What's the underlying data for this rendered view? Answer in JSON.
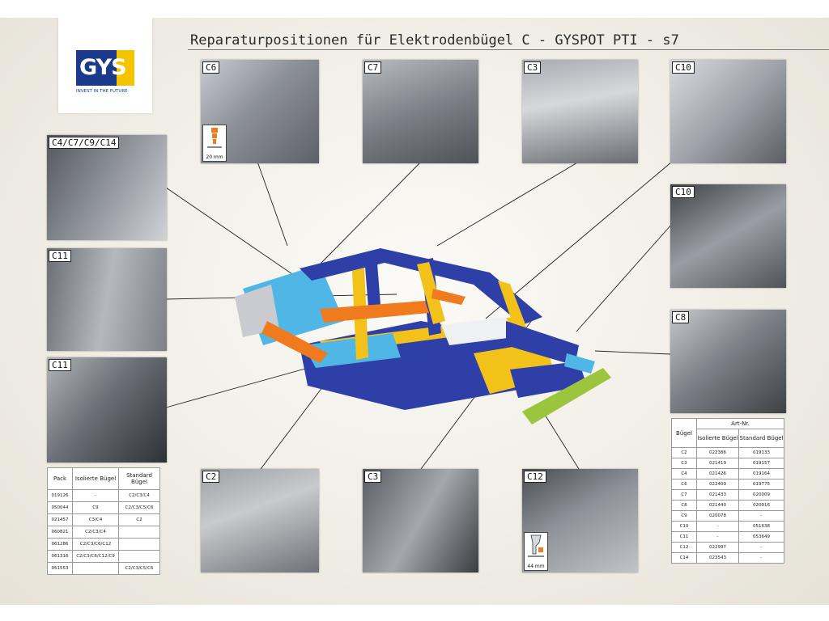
{
  "header": {
    "title": "Reparaturpositionen für Elektrodenbügel C - GYSPOT PTI - s7"
  },
  "logo": {
    "brand": "GYS",
    "tagline": "INVEST IN THE FUTURE"
  },
  "photos": [
    {
      "id": "c6",
      "label": "C6"
    },
    {
      "id": "c7-top",
      "label": "C7"
    },
    {
      "id": "c3-top",
      "label": "C3"
    },
    {
      "id": "c10-top",
      "label": "C10"
    },
    {
      "id": "c4-c7-c9-c14",
      "label": "C4/C7/C9/C14"
    },
    {
      "id": "c10-mid",
      "label": "C10"
    },
    {
      "id": "c11-upper",
      "label": "C11"
    },
    {
      "id": "c8",
      "label": "C8"
    },
    {
      "id": "c11-lower",
      "label": "C11"
    },
    {
      "id": "c2",
      "label": "C2"
    },
    {
      "id": "c3-bottom",
      "label": "C3"
    },
    {
      "id": "c12",
      "label": "C12"
    }
  ],
  "insets": {
    "c6_dimension": "20 mm",
    "c12_dimension": "44 mm"
  },
  "pack_table": {
    "headers": [
      "Pack",
      "Isolierte Bügel",
      "Standard Bügel"
    ],
    "rows": [
      [
        "019126",
        "-",
        "C2/C3/C4"
      ],
      [
        "050044",
        "C9",
        "C2/C3/C5/C6"
      ],
      [
        "021457",
        "C3/C4",
        "C2"
      ],
      [
        "060821",
        "C2/C3/C4",
        ""
      ],
      [
        "061286",
        "C2/C3/C6/C12",
        ""
      ],
      [
        "061316",
        "C2/C3/C6/C12/C9",
        ""
      ],
      [
        "051553",
        "",
        "C2/C3/C5/C6"
      ]
    ]
  },
  "art_table": {
    "group_header": "Art-Nr.",
    "headers": [
      "Bügel",
      "Isolierte Bügel",
      "Standard Bügel"
    ],
    "rows": [
      [
        "C2",
        "022386",
        "019133"
      ],
      [
        "C3",
        "021419",
        "019157"
      ],
      [
        "C4",
        "021426",
        "019164"
      ],
      [
        "C6",
        "022409",
        "019775"
      ],
      [
        "C7",
        "021433",
        "020009"
      ],
      [
        "C8",
        "021440",
        "020016"
      ],
      [
        "C9",
        "020078",
        "-"
      ],
      [
        "C10",
        "-",
        "051638"
      ],
      [
        "C11",
        "-",
        "053649"
      ],
      [
        "C12",
        "022997",
        "-"
      ],
      [
        "C14",
        "023543",
        "-"
      ]
    ]
  },
  "colors": {
    "brand_blue": "#1b3a8c",
    "brand_yellow": "#f5c400",
    "body_dark_blue": "#2f3fa8",
    "body_light_blue": "#4fb6e6",
    "body_yellow": "#f2c21a",
    "body_orange": "#f07a1e",
    "body_green": "#9bc53d"
  }
}
